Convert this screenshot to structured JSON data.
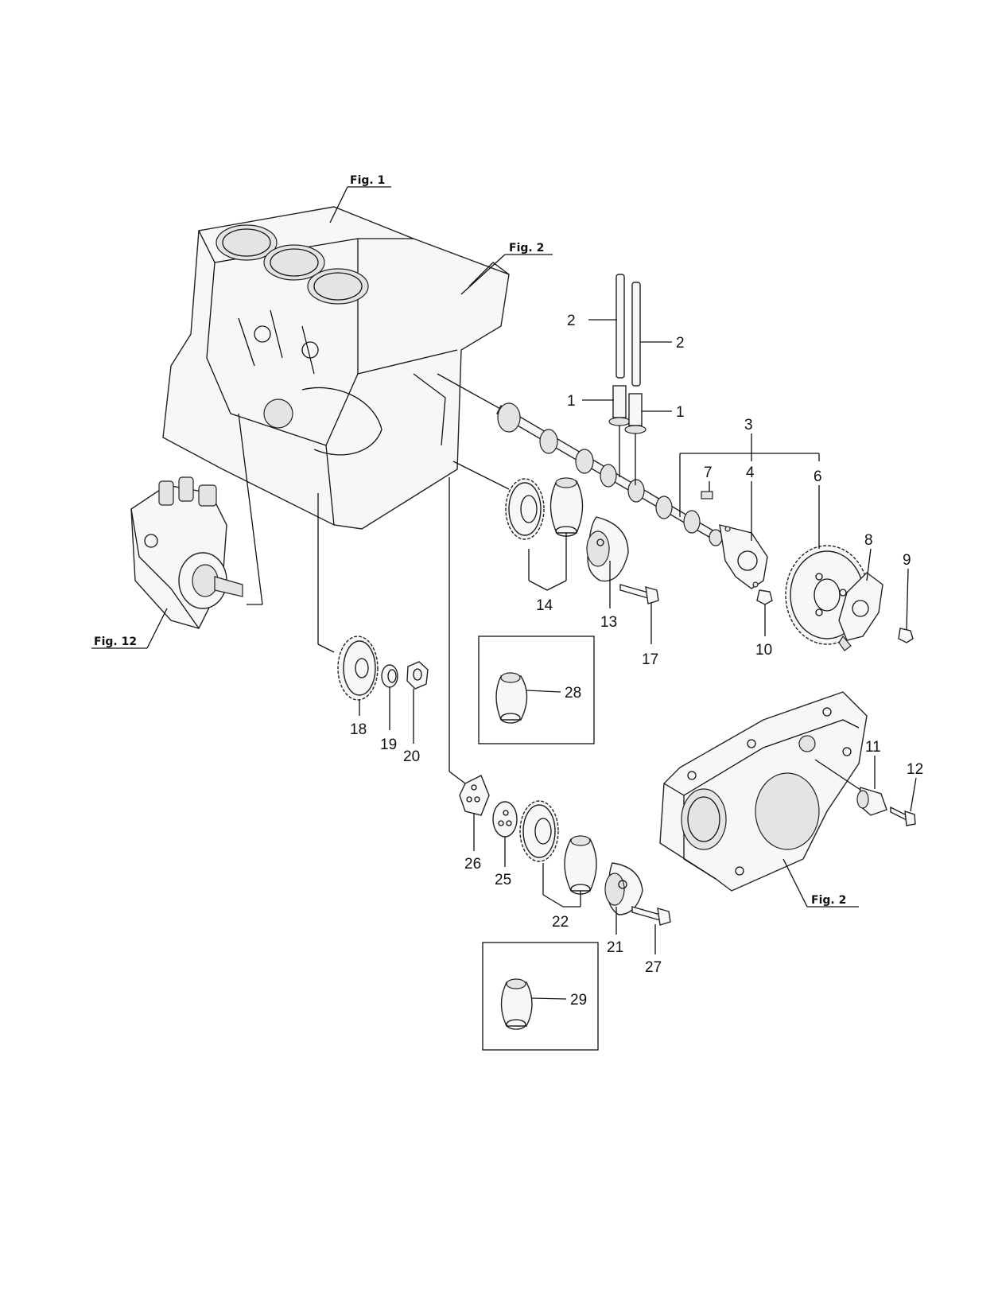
{
  "figure_refs": {
    "fig1": "Fig. 1",
    "fig2_top": "Fig. 2",
    "fig2_cover": "Fig. 2",
    "fig12": "Fig. 12"
  },
  "callouts": {
    "p1a": "1",
    "p1b": "1",
    "p2a": "2",
    "p2b": "2",
    "p3": "3",
    "p4": "4",
    "p6": "6",
    "p7": "7",
    "p8": "8",
    "p9": "9",
    "p10": "10",
    "p11": "11",
    "p12": "12",
    "p13": "13",
    "p14": "14",
    "p17": "17",
    "p18": "18",
    "p19": "19",
    "p20": "20",
    "p21": "21",
    "p22": "22",
    "p25": "25",
    "p26": "26",
    "p27": "27",
    "p28": "28",
    "p29": "29"
  }
}
